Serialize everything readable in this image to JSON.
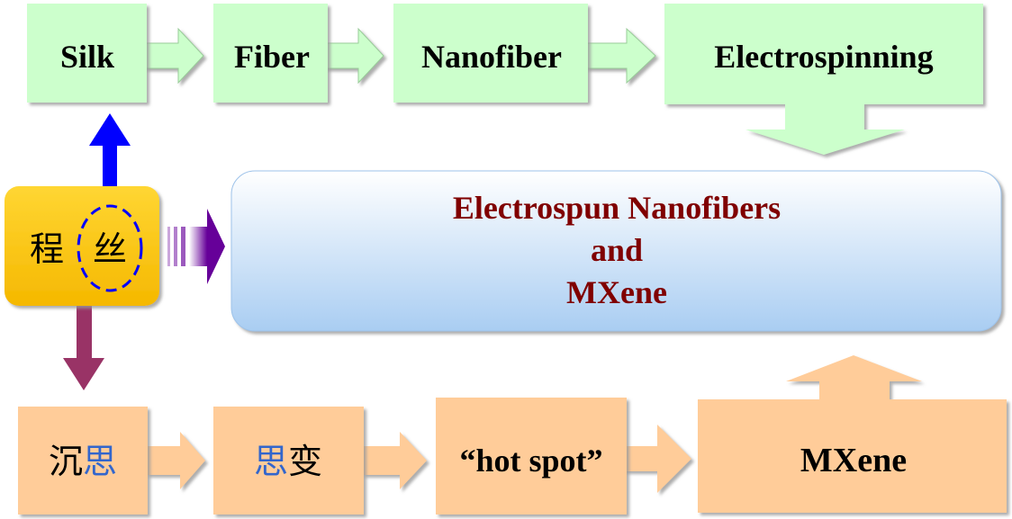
{
  "top_row": {
    "silk": "Silk",
    "fiber": "Fiber",
    "nanofiber": "Nanofiber",
    "electrospinning": "Electrospinning"
  },
  "center": {
    "line1": "Electrospun Nanofibers",
    "line2": "and",
    "line3": "MXene"
  },
  "left_box": {
    "char1": "程",
    "char2": "丝"
  },
  "bottom_row": {
    "box1": {
      "char1": "沉",
      "char2": "思"
    },
    "box2": {
      "char1": "思",
      "char2": "变"
    },
    "hot_spot": "“hot spot”",
    "mxene": "MXene"
  },
  "colors": {
    "green_fill": "#ccffcc",
    "orange_fill": "#ffcc99",
    "yellow_fill": "#ffcc00",
    "blue_arrow": "#0000ff",
    "maroon_arrow": "#993366",
    "center_text": "#800000",
    "cjk_blue": "#3366cc"
  }
}
